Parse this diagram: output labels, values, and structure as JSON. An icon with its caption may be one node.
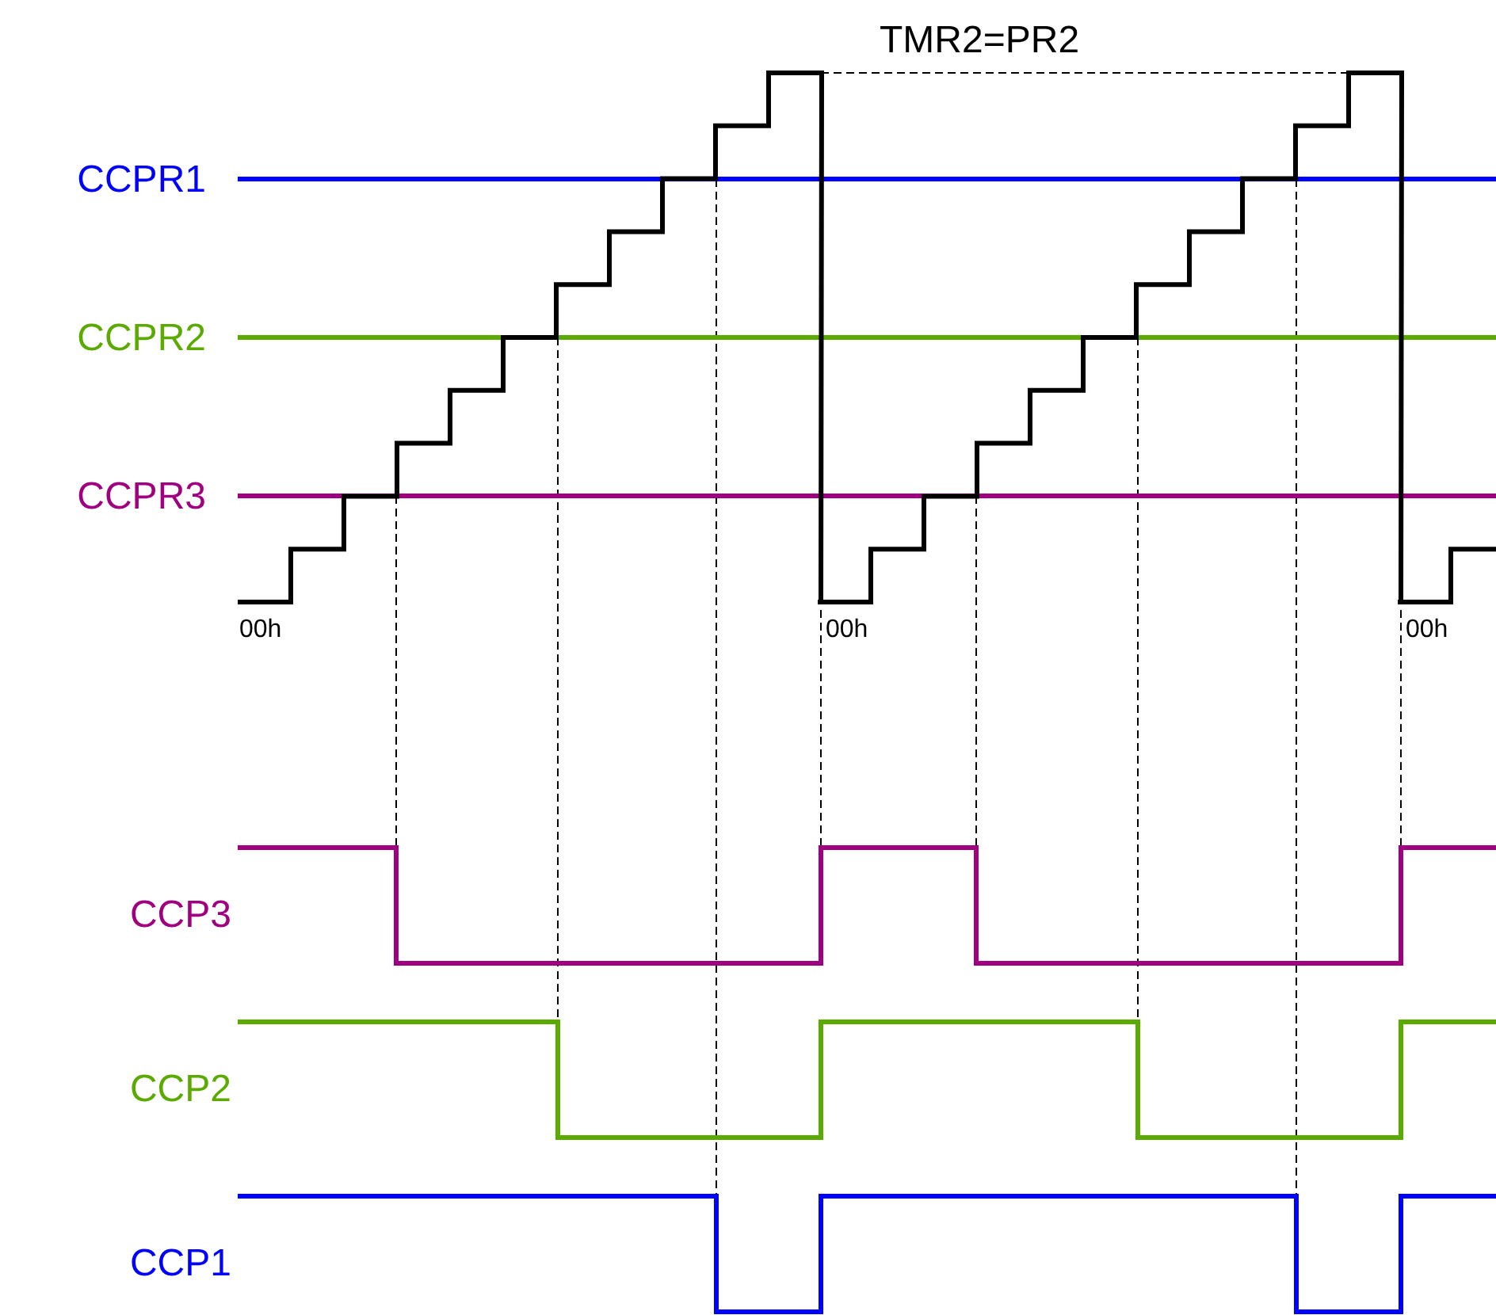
{
  "diagram": {
    "labels": [
      "TMR2=PR2",
      "CCPR1",
      "CCPR2",
      "CCPR3",
      "00h",
      "00h",
      "00h",
      "CCP3",
      "CCP2",
      "CCP1"
    ]
  }
}
